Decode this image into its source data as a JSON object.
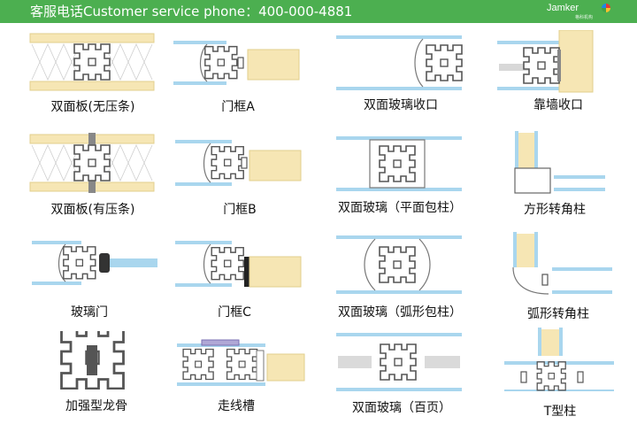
{
  "header": {
    "phone_text": "客服电话Customer service phone：400-000-4881"
  },
  "brand": {
    "name": "Jamker",
    "sub": "格科机构"
  },
  "colors": {
    "header_green": "#4caf50",
    "glass_blue": "#a9d6ee",
    "panel_yellow": "#f6e6b4",
    "steel": "#555555"
  },
  "items": [
    {
      "label": "双面板(无压条)"
    },
    {
      "label": "门框A"
    },
    {
      "label": "双面玻璃收口"
    },
    {
      "label": "靠墙收口"
    },
    {
      "label": "双面板(有压条)"
    },
    {
      "label": "门框B"
    },
    {
      "label": "双面玻璃（平面包柱）"
    },
    {
      "label": "方形转角柱"
    },
    {
      "label": "玻璃门"
    },
    {
      "label": "门框C"
    },
    {
      "label": "双面玻璃（弧形包柱）"
    },
    {
      "label": "弧形转角柱"
    },
    {
      "label": "加强型龙骨"
    },
    {
      "label": "走线槽"
    },
    {
      "label": "双面玻璃（百页）"
    },
    {
      "label": "T型柱"
    }
  ]
}
